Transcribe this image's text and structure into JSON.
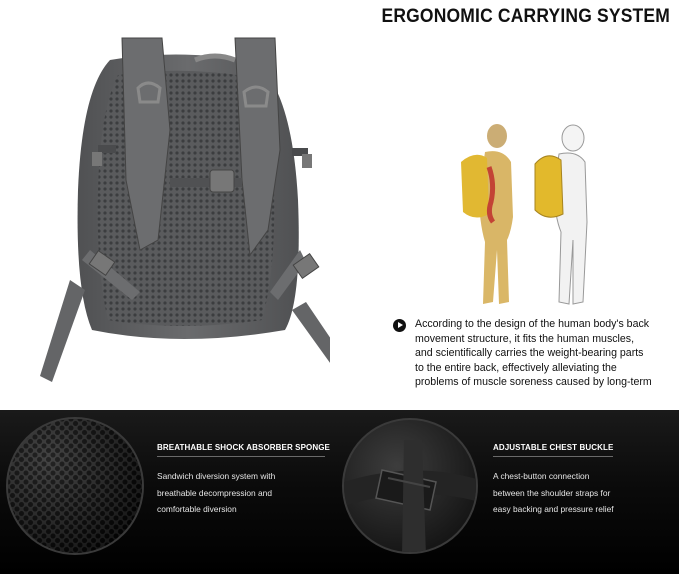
{
  "headline": "ERGONOMIC CARRYING SYSTEM",
  "description": {
    "icon": "play-circle-icon",
    "lines": [
      "According to the design of the human body's back",
      "movement structure, it fits the human muscles,",
      "and scientifically carries the weight-bearing parts",
      "to the entire back, effectively alleviating the",
      "problems of muscle soreness caused by long-term"
    ]
  },
  "features": [
    {
      "title": "BREATHABLE SHOCK ABSORBER SPONGE",
      "lines": [
        "Sandwich diversion system with",
        "breathable decompression and",
        "comfortable diversion"
      ]
    },
    {
      "title": "ADJUSTABLE CHEST BUCKLE",
      "lines": [
        "A chest-button connection",
        "between the shoulder straps for",
        "easy backing and pressure relief"
      ]
    }
  ],
  "colors": {
    "pack": "#5f6062",
    "pack_dark": "#3f4042",
    "figure_yellow": "#e0b528",
    "figure_red": "#c0392b",
    "panel_bg": "#000000"
  }
}
